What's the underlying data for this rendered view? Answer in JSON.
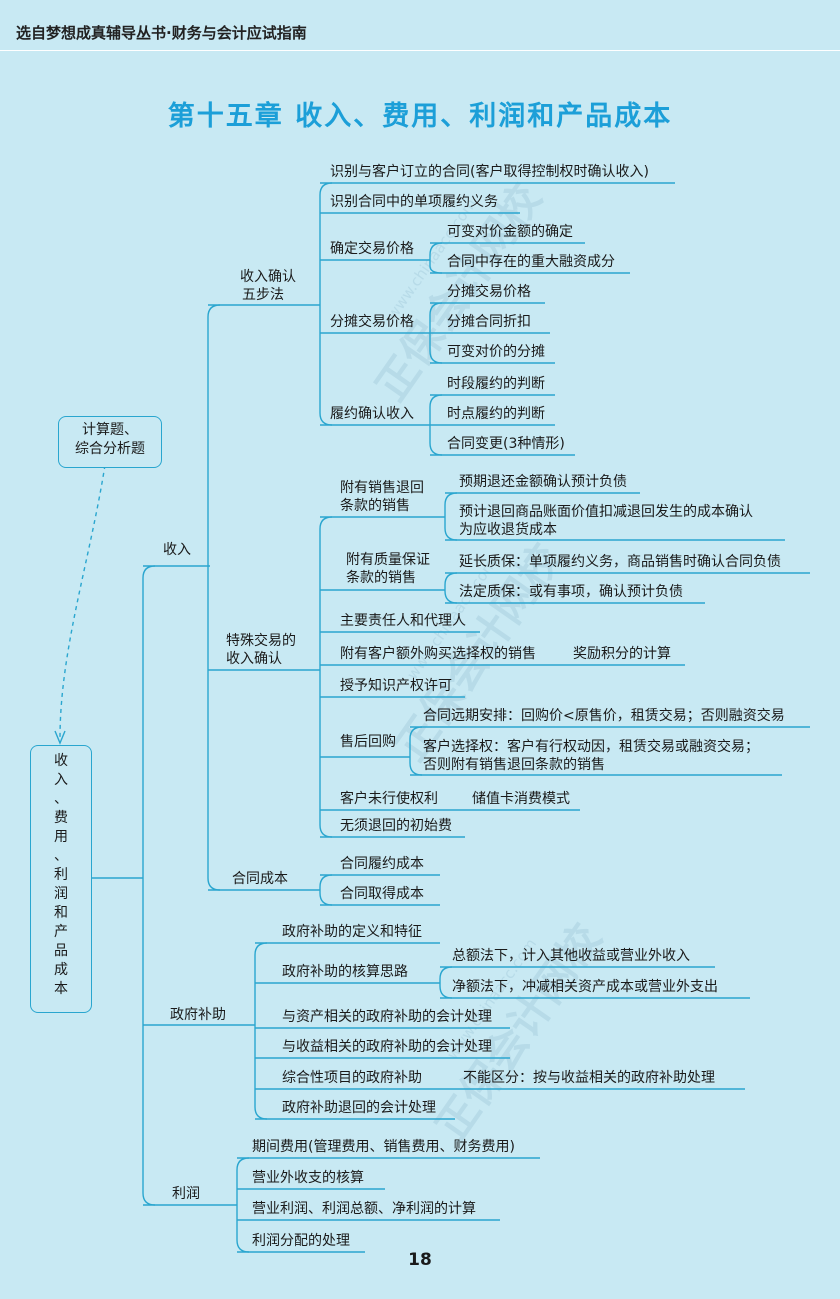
{
  "header": {
    "series": "选自梦想成真辅导丛书·财务与会计应试指南"
  },
  "title": "第十五章    收入、费用、利润和产品成本",
  "page_number": "18",
  "note_box": {
    "line1": "计算题、",
    "line2": "综合分析题"
  },
  "root_box": {
    "chars": [
      "收",
      "入",
      "、",
      "费",
      "用",
      "、",
      "利",
      "润",
      "和",
      "产",
      "品",
      "成",
      "本"
    ]
  },
  "branches": {
    "income": "收入",
    "gov": "政府补助",
    "profit": "利润"
  },
  "five_steps": {
    "label1": "收入确认",
    "label2": "五步法",
    "step1": "识别与客户订立的合同(客户取得控制权时确认收入)",
    "step2": "识别合同中的单项履约义务",
    "step3": "确定交易价格",
    "step3_a": "可变对价金额的确定",
    "step3_b": "合同中存在的重大融资成分",
    "step4": "分摊交易价格",
    "step4_a": "分摊交易价格",
    "step4_b": "分摊合同折扣",
    "step4_c": "可变对价的分摊",
    "step5": "履约确认收入",
    "step5_a": "时段履约的判断",
    "step5_b": "时点履约的判断",
    "step5_c": "合同变更(3种情形)"
  },
  "special": {
    "label1": "特殊交易的",
    "label2": "收入确认",
    "return1": "附有销售退回",
    "return2": "条款的销售",
    "return_a": "预期退还金额确认预计负债",
    "return_b1": "预计退回商品账面价值扣减退回发生的成本确认",
    "return_b2": "为应收退货成本",
    "warranty1": "附有质量保证",
    "warranty2": "条款的销售",
    "warranty_a": "延长质保：单项履约义务，商品销售时确认合同负债",
    "warranty_b": "法定质保：或有事项，确认预计负债",
    "agent": "主要责任人和代理人",
    "option": "附有客户额外购买选择权的销售",
    "option_note": "奖励积分的计算",
    "ip": "授予知识产权许可",
    "repurchase": "售后回购",
    "repurchase_a": "合同远期安排：回购价<原售价，租赁交易；否则融资交易",
    "repurchase_b1": "客户选择权：客户有行权动因，租赁交易或融资交易；",
    "repurchase_b2": "否则附有销售退回条款的销售",
    "unexercised": "客户未行使权利",
    "unexercised_note": "储值卡消费模式",
    "nonrefund": "无须退回的初始费"
  },
  "contract_cost": {
    "label": "合同成本",
    "a": "合同履约成本",
    "b": "合同取得成本"
  },
  "gov_grant": {
    "def": "政府补助的定义和特征",
    "approach": "政府补助的核算思路",
    "gross": "总额法下，计入其他收益或营业外收入",
    "net": "净额法下，冲减相关资产成本或营业外支出",
    "asset": "与资产相关的政府补助的会计处理",
    "income": "与收益相关的政府补助的会计处理",
    "mixed": "综合性项目的政府补助",
    "mixed_note": "不能区分：按与收益相关的政府补助处理",
    "refund": "政府补助退回的会计处理"
  },
  "profit_items": {
    "period": "期间费用(管理费用、销售费用、财务费用)",
    "nonop": "营业外收支的核算",
    "calc": "营业利润、利润总额、净利润的计算",
    "dist": "利润分配的处理"
  },
  "colors": {
    "background": "#c8e9f3",
    "line": "#2aa6cf",
    "title": "#1c9fd8"
  }
}
